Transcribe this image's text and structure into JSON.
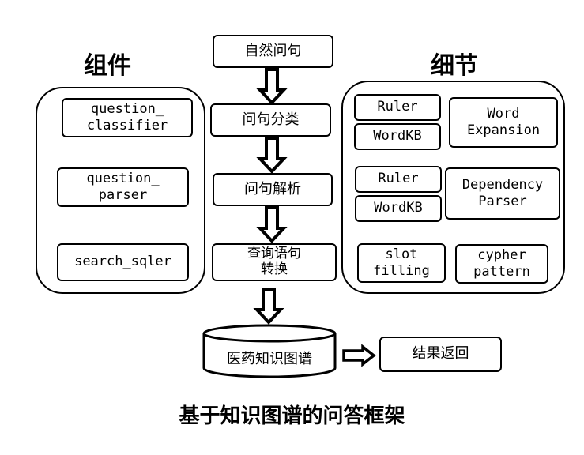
{
  "headings": {
    "components": "组件",
    "details": "细节"
  },
  "flow": {
    "step1": "自然问句",
    "step2": "问句分类",
    "step3": "问句解析",
    "step4": "查询语句\n转换",
    "database": "医药知识图谱",
    "result": "结果返回"
  },
  "components": {
    "classifier": "question_\nclassifier",
    "parser": "question_\nparser",
    "sqler": "search_sqler"
  },
  "details": {
    "ruler_1": "Ruler",
    "wordkb_1": "WordKB",
    "word_expansion": "Word\nExpansion",
    "ruler_2": "Ruler",
    "wordkb_2": "WordKB",
    "dependency_parser": "Dependency\nParser",
    "slot_filling": "slot\nfilling",
    "cypher_pattern": "cypher\npattern"
  },
  "caption": "基于知识图谱的问答框架"
}
